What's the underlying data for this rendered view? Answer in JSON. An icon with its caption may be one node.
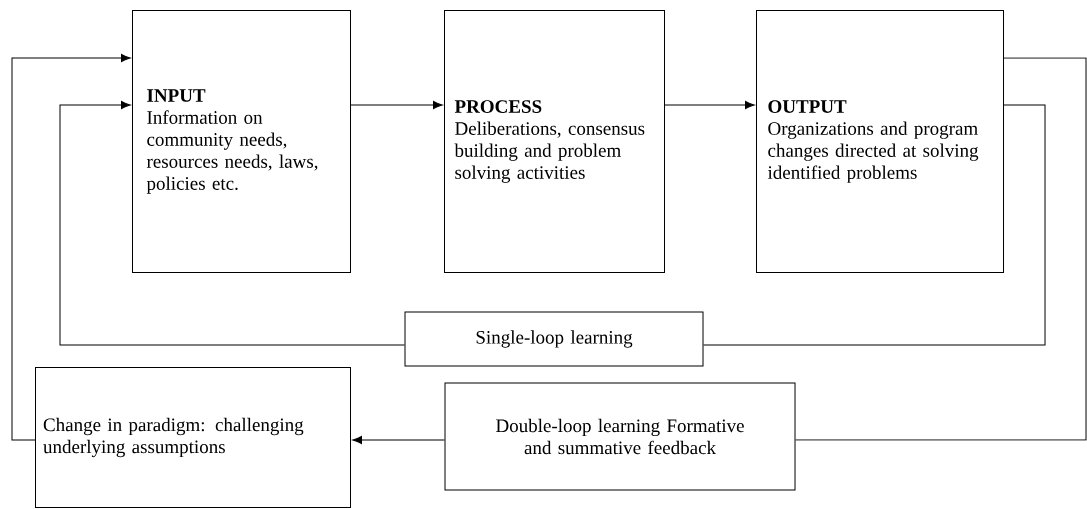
{
  "diagram": {
    "nodes": [
      {
        "text": [
          "INPUT",
          "Information on community needs, resources needs, laws, policies etc."
        ]
      },
      {
        "text": [
          "PROCESS",
          "Deliberations, consensus building and problem solving activities"
        ]
      },
      {
        "text": [
          "OUTPUT",
          "Organizations and program changes directed at solving identified problems"
        ]
      },
      {
        "text": [
          "Single-loop learning"
        ]
      },
      {
        "text": [
          "Change in paradigm: challenging underlying assumptions"
        ]
      },
      {
        "text": [
          "Double-loop learning Formative and summative feedback"
        ]
      }
    ],
    "edges": [
      {
        "from": 0,
        "to": 1,
        "arrow": "to"
      },
      {
        "from": 1,
        "to": 2,
        "arrow": "to"
      },
      {
        "from": 2,
        "to": 3,
        "arrow": "none"
      },
      {
        "from": 3,
        "to": 0,
        "arrow": "to"
      },
      {
        "from": 2,
        "to": 5,
        "arrow": "none"
      },
      {
        "from": 5,
        "to": 4,
        "arrow": "to"
      },
      {
        "from": 4,
        "to": 0,
        "arrow": "to"
      }
    ]
  }
}
